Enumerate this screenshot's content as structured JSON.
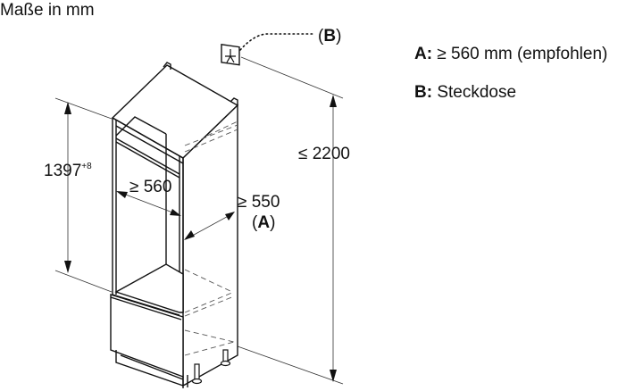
{
  "title": "Maße in mm",
  "dimensions": {
    "niche_height": "1397",
    "niche_height_tolerance": "+8",
    "niche_width": "≥ 560",
    "niche_depth": "≥ 550",
    "niche_depth_ref": "A",
    "cabinet_total_height": "≤ 2200"
  },
  "socket_callout": "B",
  "legend": [
    {
      "key": "A:",
      "text": "≥ 560 mm (empfohlen)"
    },
    {
      "key": "B:",
      "text": "Steckdose"
    }
  ],
  "icons": {
    "socket": "power-socket-icon"
  }
}
